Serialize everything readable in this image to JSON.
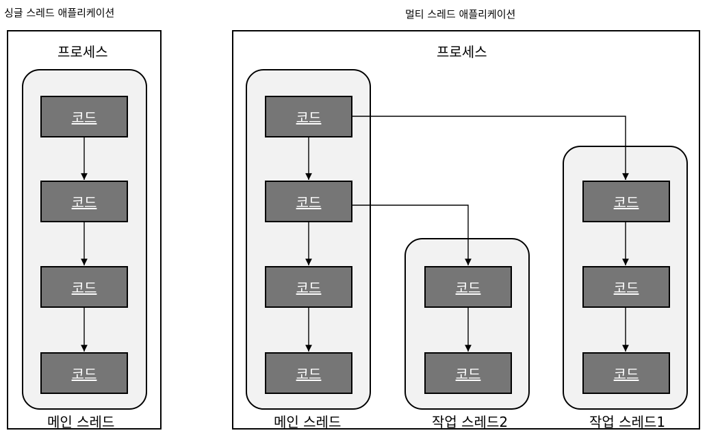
{
  "single": {
    "title": "싱글 스레드 애플리케이션",
    "process_label": "프로세스",
    "main_thread_label": "메인 스레드",
    "codes": [
      "코드",
      "코드",
      "코드",
      "코드"
    ]
  },
  "multi": {
    "title": "멀티 스레드 애플리케이션",
    "process_label": "프로세스",
    "main_thread": {
      "label": "메인 스레드",
      "codes": [
        "코드",
        "코드",
        "코드",
        "코드"
      ]
    },
    "worker2": {
      "label": "작업 스레드2",
      "codes": [
        "코드",
        "코드"
      ]
    },
    "worker1": {
      "label": "작업 스레드1",
      "codes": [
        "코드",
        "코드",
        "코드"
      ]
    }
  },
  "colors": {
    "code_fill": "#767676",
    "thread_fill": "#f2f2f2",
    "line": "#000000"
  }
}
